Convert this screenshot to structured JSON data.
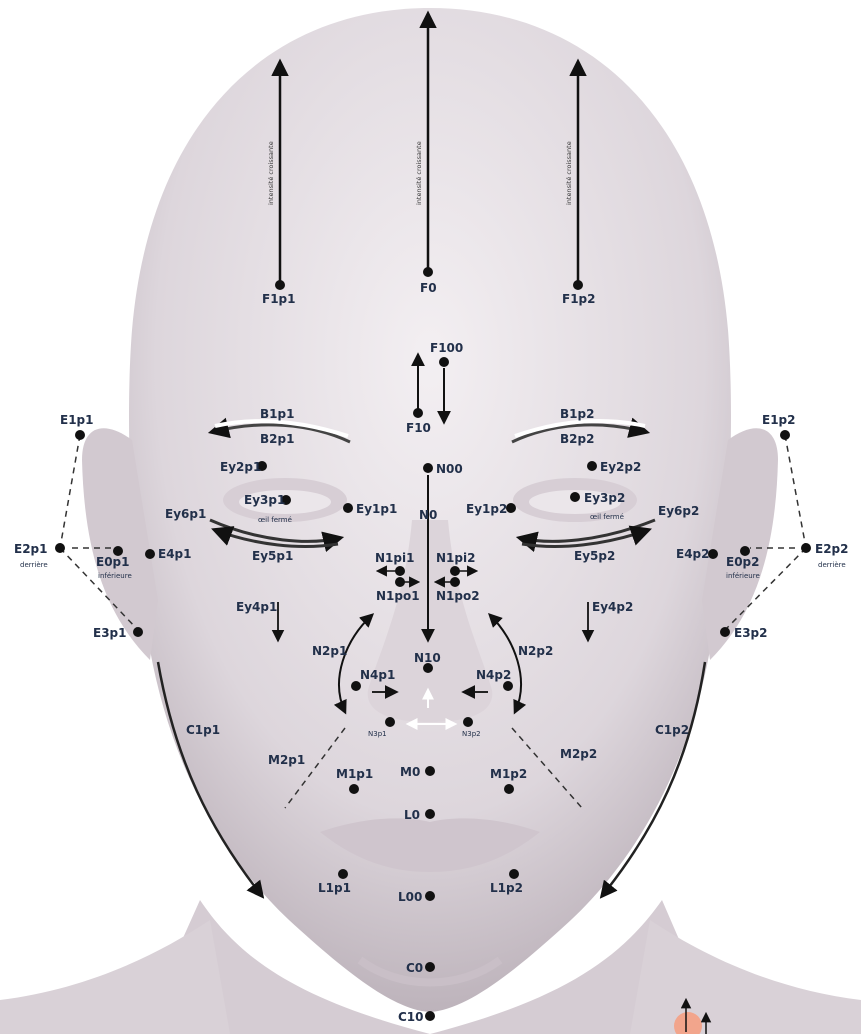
{
  "points": {
    "F1p1": "F1p1",
    "F0": "F0",
    "F1p2": "F1p2",
    "F100": "F100",
    "F10": "F10",
    "B1p1": "B1p1",
    "B2p1": "B2p1",
    "B1p2": "B1p2",
    "B2p2": "B2p2",
    "E1p1": "E1p1",
    "E1p2": "E1p2",
    "Ey2p1": "Ey2p1",
    "Ey2p2": "Ey2p2",
    "N00": "N00",
    "Ey3p1": "Ey3p1",
    "Ey3p2": "Ey3p2",
    "Ey1p1": "Ey1p1",
    "Ey1p2": "Ey1p2",
    "Ey6p1": "Ey6p1",
    "Ey6p2": "Ey6p2",
    "N0": "N0",
    "Ey5p1": "Ey5p1",
    "Ey5p2": "Ey5p2",
    "E2p1": "E2p1",
    "E0p1": "E0p1",
    "E4p1": "E4p1",
    "E2p2": "E2p2",
    "E0p2": "E0p2",
    "E4p2": "E4p2",
    "N1pi1": "N1pi1",
    "N1pi2": "N1pi2",
    "N1po1": "N1po1",
    "N1po2": "N1po2",
    "Ey4p1": "Ey4p1",
    "Ey4p2": "Ey4p2",
    "E3p1": "E3p1",
    "E3p2": "E3p2",
    "N2p1": "N2p1",
    "N2p2": "N2p2",
    "N10": "N10",
    "N4p1": "N4p1",
    "N4p2": "N4p2",
    "N3p1": "N3p1",
    "N3p2": "N3p2",
    "C1p1": "C1p1",
    "C1p2": "C1p2",
    "M2p1": "M2p1",
    "M2p2": "M2p2",
    "M1p1": "M1p1",
    "M0": "M0",
    "M1p2": "M1p2",
    "L0": "L0",
    "L1p1": "L1p1",
    "L00": "L00",
    "L1p2": "L1p2",
    "C0": "C0",
    "C10": "C10"
  },
  "notes": {
    "forehead_vertical": "intensité croissante",
    "eye_closed": "œil fermé",
    "behind": "derrière",
    "lower": "inférieure"
  }
}
